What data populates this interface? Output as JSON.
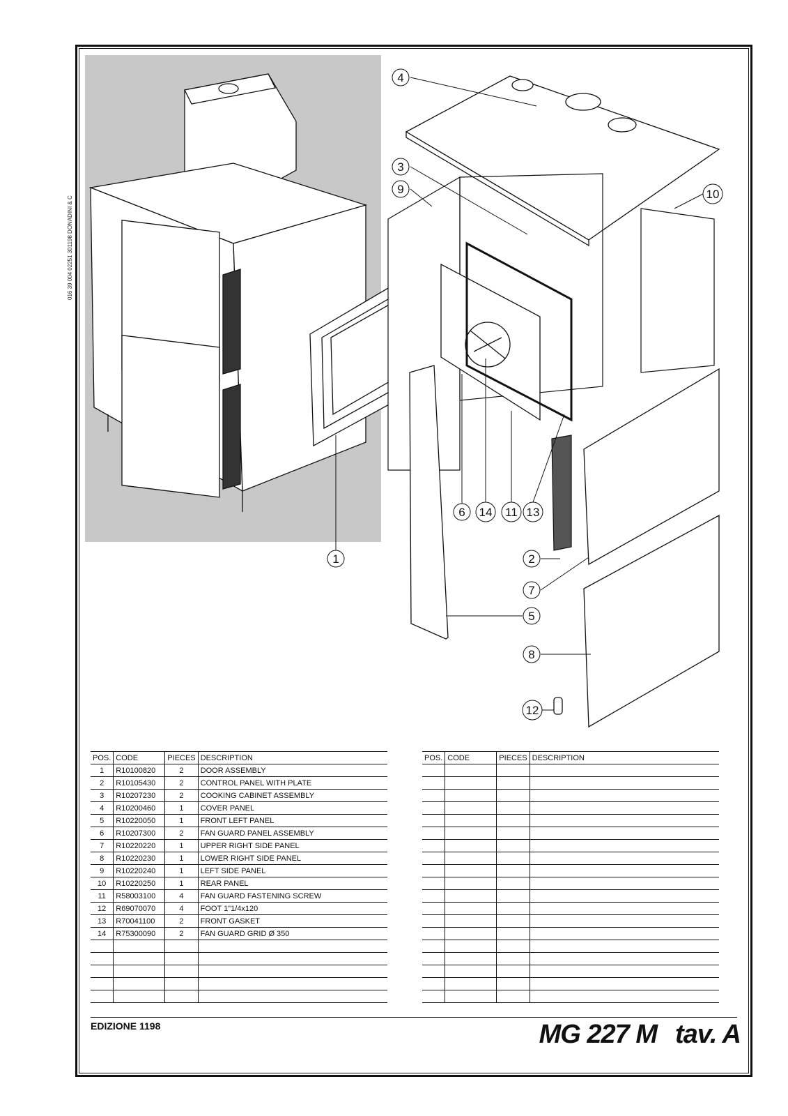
{
  "side_code": "016 39 004 02251  301198 DONADINI & C",
  "callouts": [
    "1",
    "2",
    "3",
    "4",
    "5",
    "6",
    "7",
    "8",
    "9",
    "10",
    "11",
    "12",
    "13",
    "14"
  ],
  "table_headers": {
    "pos": "POS.",
    "code": "CODE",
    "pieces": "PIECES",
    "description": "DESCRIPTION"
  },
  "parts": [
    {
      "pos": "1",
      "code": "R10100820",
      "pieces": "2",
      "description": "DOOR ASSEMBLY"
    },
    {
      "pos": "2",
      "code": "R10105430",
      "pieces": "2",
      "description": "CONTROL PANEL WITH PLATE"
    },
    {
      "pos": "3",
      "code": "R10207230",
      "pieces": "2",
      "description": "COOKING CABINET ASSEMBLY"
    },
    {
      "pos": "4",
      "code": "R10200460",
      "pieces": "1",
      "description": "COVER PANEL"
    },
    {
      "pos": "5",
      "code": "R10220050",
      "pieces": "1",
      "description": "FRONT LEFT PANEL"
    },
    {
      "pos": "6",
      "code": "R10207300",
      "pieces": "2",
      "description": "FAN GUARD PANEL ASSEMBLY"
    },
    {
      "pos": "7",
      "code": "R10220220",
      "pieces": "1",
      "description": "UPPER RIGHT SIDE PANEL"
    },
    {
      "pos": "8",
      "code": "R10220230",
      "pieces": "1",
      "description": "LOWER RIGHT SIDE PANEL"
    },
    {
      "pos": "9",
      "code": "R10220240",
      "pieces": "1",
      "description": "LEFT SIDE PANEL"
    },
    {
      "pos": "10",
      "code": "R10220250",
      "pieces": "1",
      "description": "REAR PANEL"
    },
    {
      "pos": "11",
      "code": "R58003100",
      "pieces": "4",
      "description": "FAN GUARD FASTENING SCREW"
    },
    {
      "pos": "12",
      "code": "R69070070",
      "pieces": "4",
      "description": "FOOT 1\"1/4x120"
    },
    {
      "pos": "13",
      "code": "R70041100",
      "pieces": "2",
      "description": "FRONT GASKET"
    },
    {
      "pos": "14",
      "code": "R75300090",
      "pieces": "2",
      "description": "FAN GUARD GRID Ø 350"
    }
  ],
  "edition": "EDIZIONE 1198",
  "model": "MG 227 M",
  "table_ref": "tav. A",
  "colors": {
    "panel_gray": "#c8c8c8",
    "ink": "#111111"
  }
}
